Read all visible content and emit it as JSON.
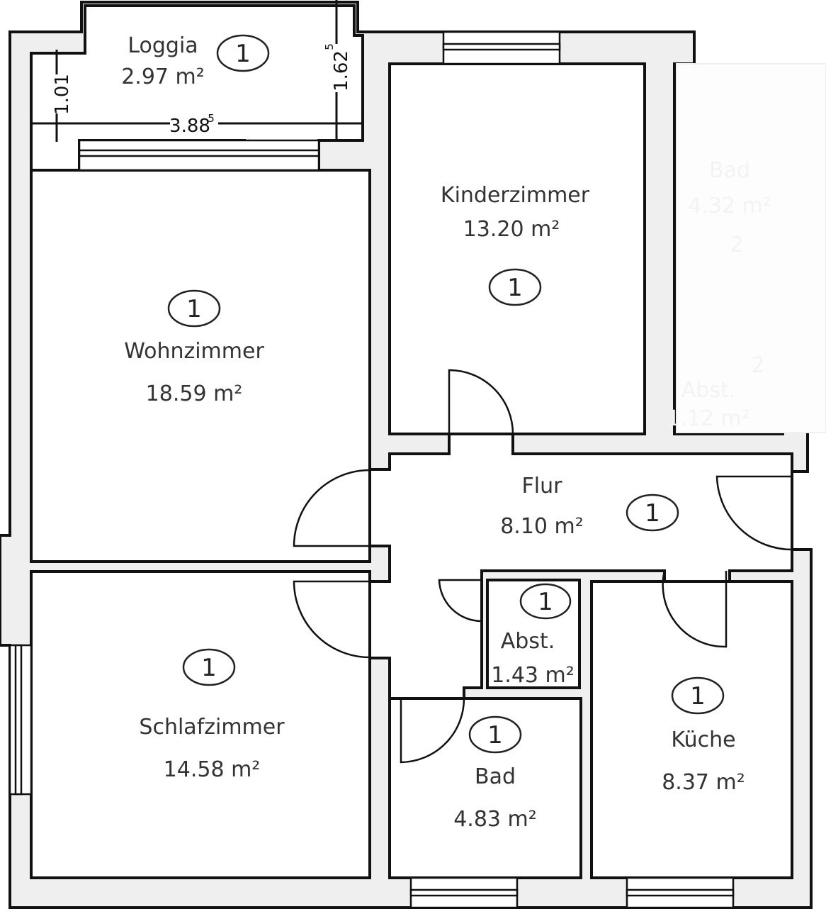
{
  "plan": {
    "rooms": [
      {
        "id": "loggia",
        "name": "Loggia",
        "area": "2.97 m²",
        "unit": "1"
      },
      {
        "id": "wohnzimmer",
        "name": "Wohnzimmer",
        "area": "18.59 m²",
        "unit": "1"
      },
      {
        "id": "kinderzimmer",
        "name": "Kinderzimmer",
        "area": "13.20 m²",
        "unit": "1"
      },
      {
        "id": "flur",
        "name": "Flur",
        "area": "8.10 m²",
        "unit": "1"
      },
      {
        "id": "abstellraum",
        "name": "Abst.",
        "area": "1.43 m²",
        "unit": "1"
      },
      {
        "id": "bad",
        "name": "Bad",
        "area": "4.83 m²",
        "unit": "1"
      },
      {
        "id": "kueche",
        "name": "Küche",
        "area": "8.37 m²",
        "unit": "1"
      },
      {
        "id": "schlafzimmer",
        "name": "Schlafzimmer",
        "area": "14.58 m²",
        "unit": "1"
      }
    ],
    "neighbor_faded": [
      {
        "name": "Bad",
        "area": "4.32 m²",
        "unit": "2"
      },
      {
        "name": "Abst.",
        "area": "1.12 m²",
        "unit": "2"
      }
    ],
    "dimensions": {
      "loggia_width": "3.88",
      "loggia_width_sup": "5",
      "loggia_left_depth": "1.01",
      "loggia_right_depth": "1.62",
      "loggia_right_depth_sup": "5"
    },
    "colors": {
      "wall": "#efefef",
      "line": "#111111",
      "text": "#333333"
    }
  }
}
